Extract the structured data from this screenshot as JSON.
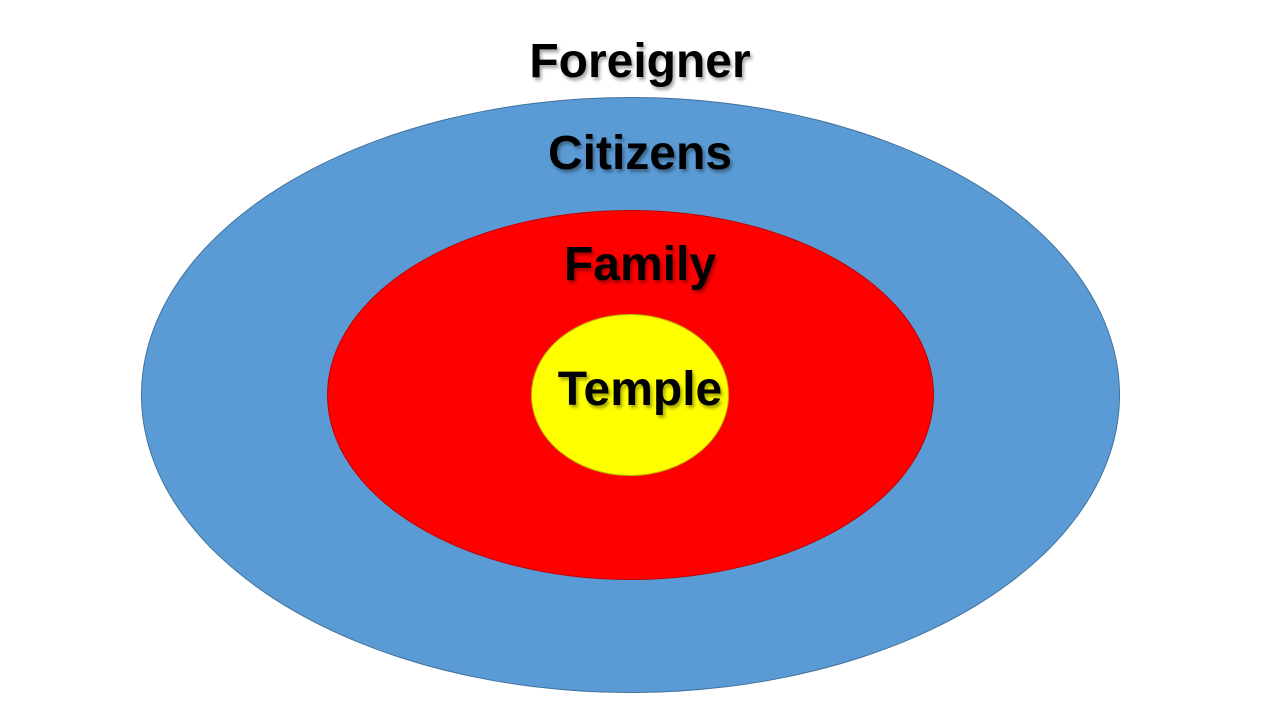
{
  "diagram": {
    "rings": [
      {
        "id": "foreigner",
        "label": "Foreigner",
        "color": "#ffffff"
      },
      {
        "id": "citizens",
        "label": "Citizens",
        "color": "#5b9bd5"
      },
      {
        "id": "family",
        "label": "Family",
        "color": "#ff0000"
      },
      {
        "id": "temple",
        "label": "Temple",
        "color": "#ffff00"
      }
    ],
    "text_color": "#000000"
  }
}
